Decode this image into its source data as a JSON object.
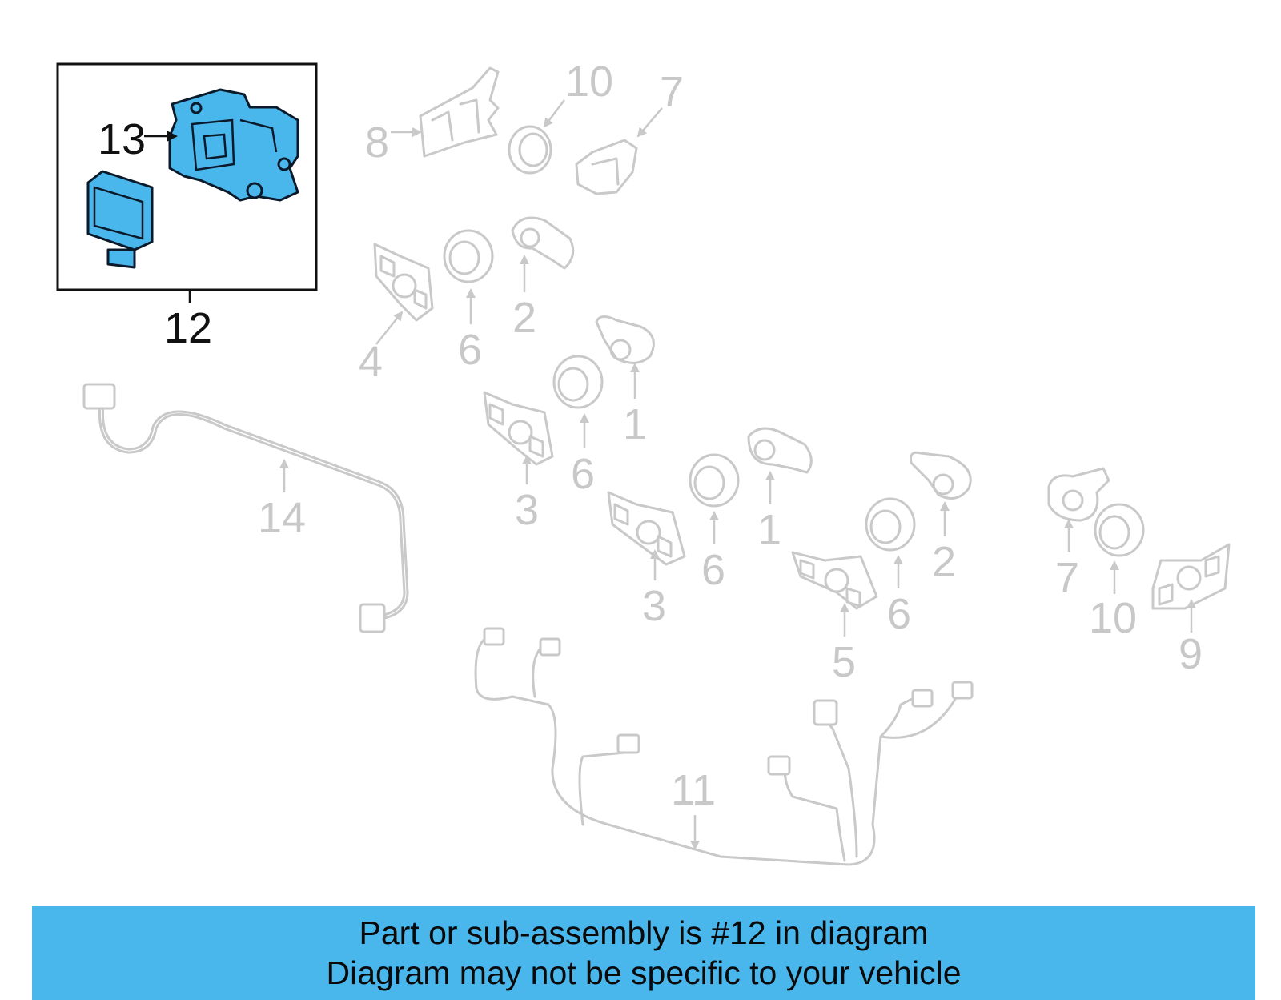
{
  "diagram": {
    "callouts": {
      "c1a": "1",
      "c1b": "1",
      "c2a": "2",
      "c2b": "2",
      "c3a": "3",
      "c3b": "3",
      "c4": "4",
      "c5": "5",
      "c6a": "6",
      "c6b": "6",
      "c6c": "6",
      "c6d": "6",
      "c7a": "7",
      "c7b": "7",
      "c8": "8",
      "c9": "9",
      "c10a": "10",
      "c10b": "10",
      "c11": "11",
      "c12": "12",
      "c13": "13",
      "c14": "14"
    },
    "highlight_color": "#4ab7ec",
    "faded_color": "#c9c9c9"
  },
  "banner": {
    "line1": "Part or sub-assembly is #12 in diagram",
    "line2": "Diagram may not be specific to your vehicle",
    "color": "#4ab7ec"
  }
}
